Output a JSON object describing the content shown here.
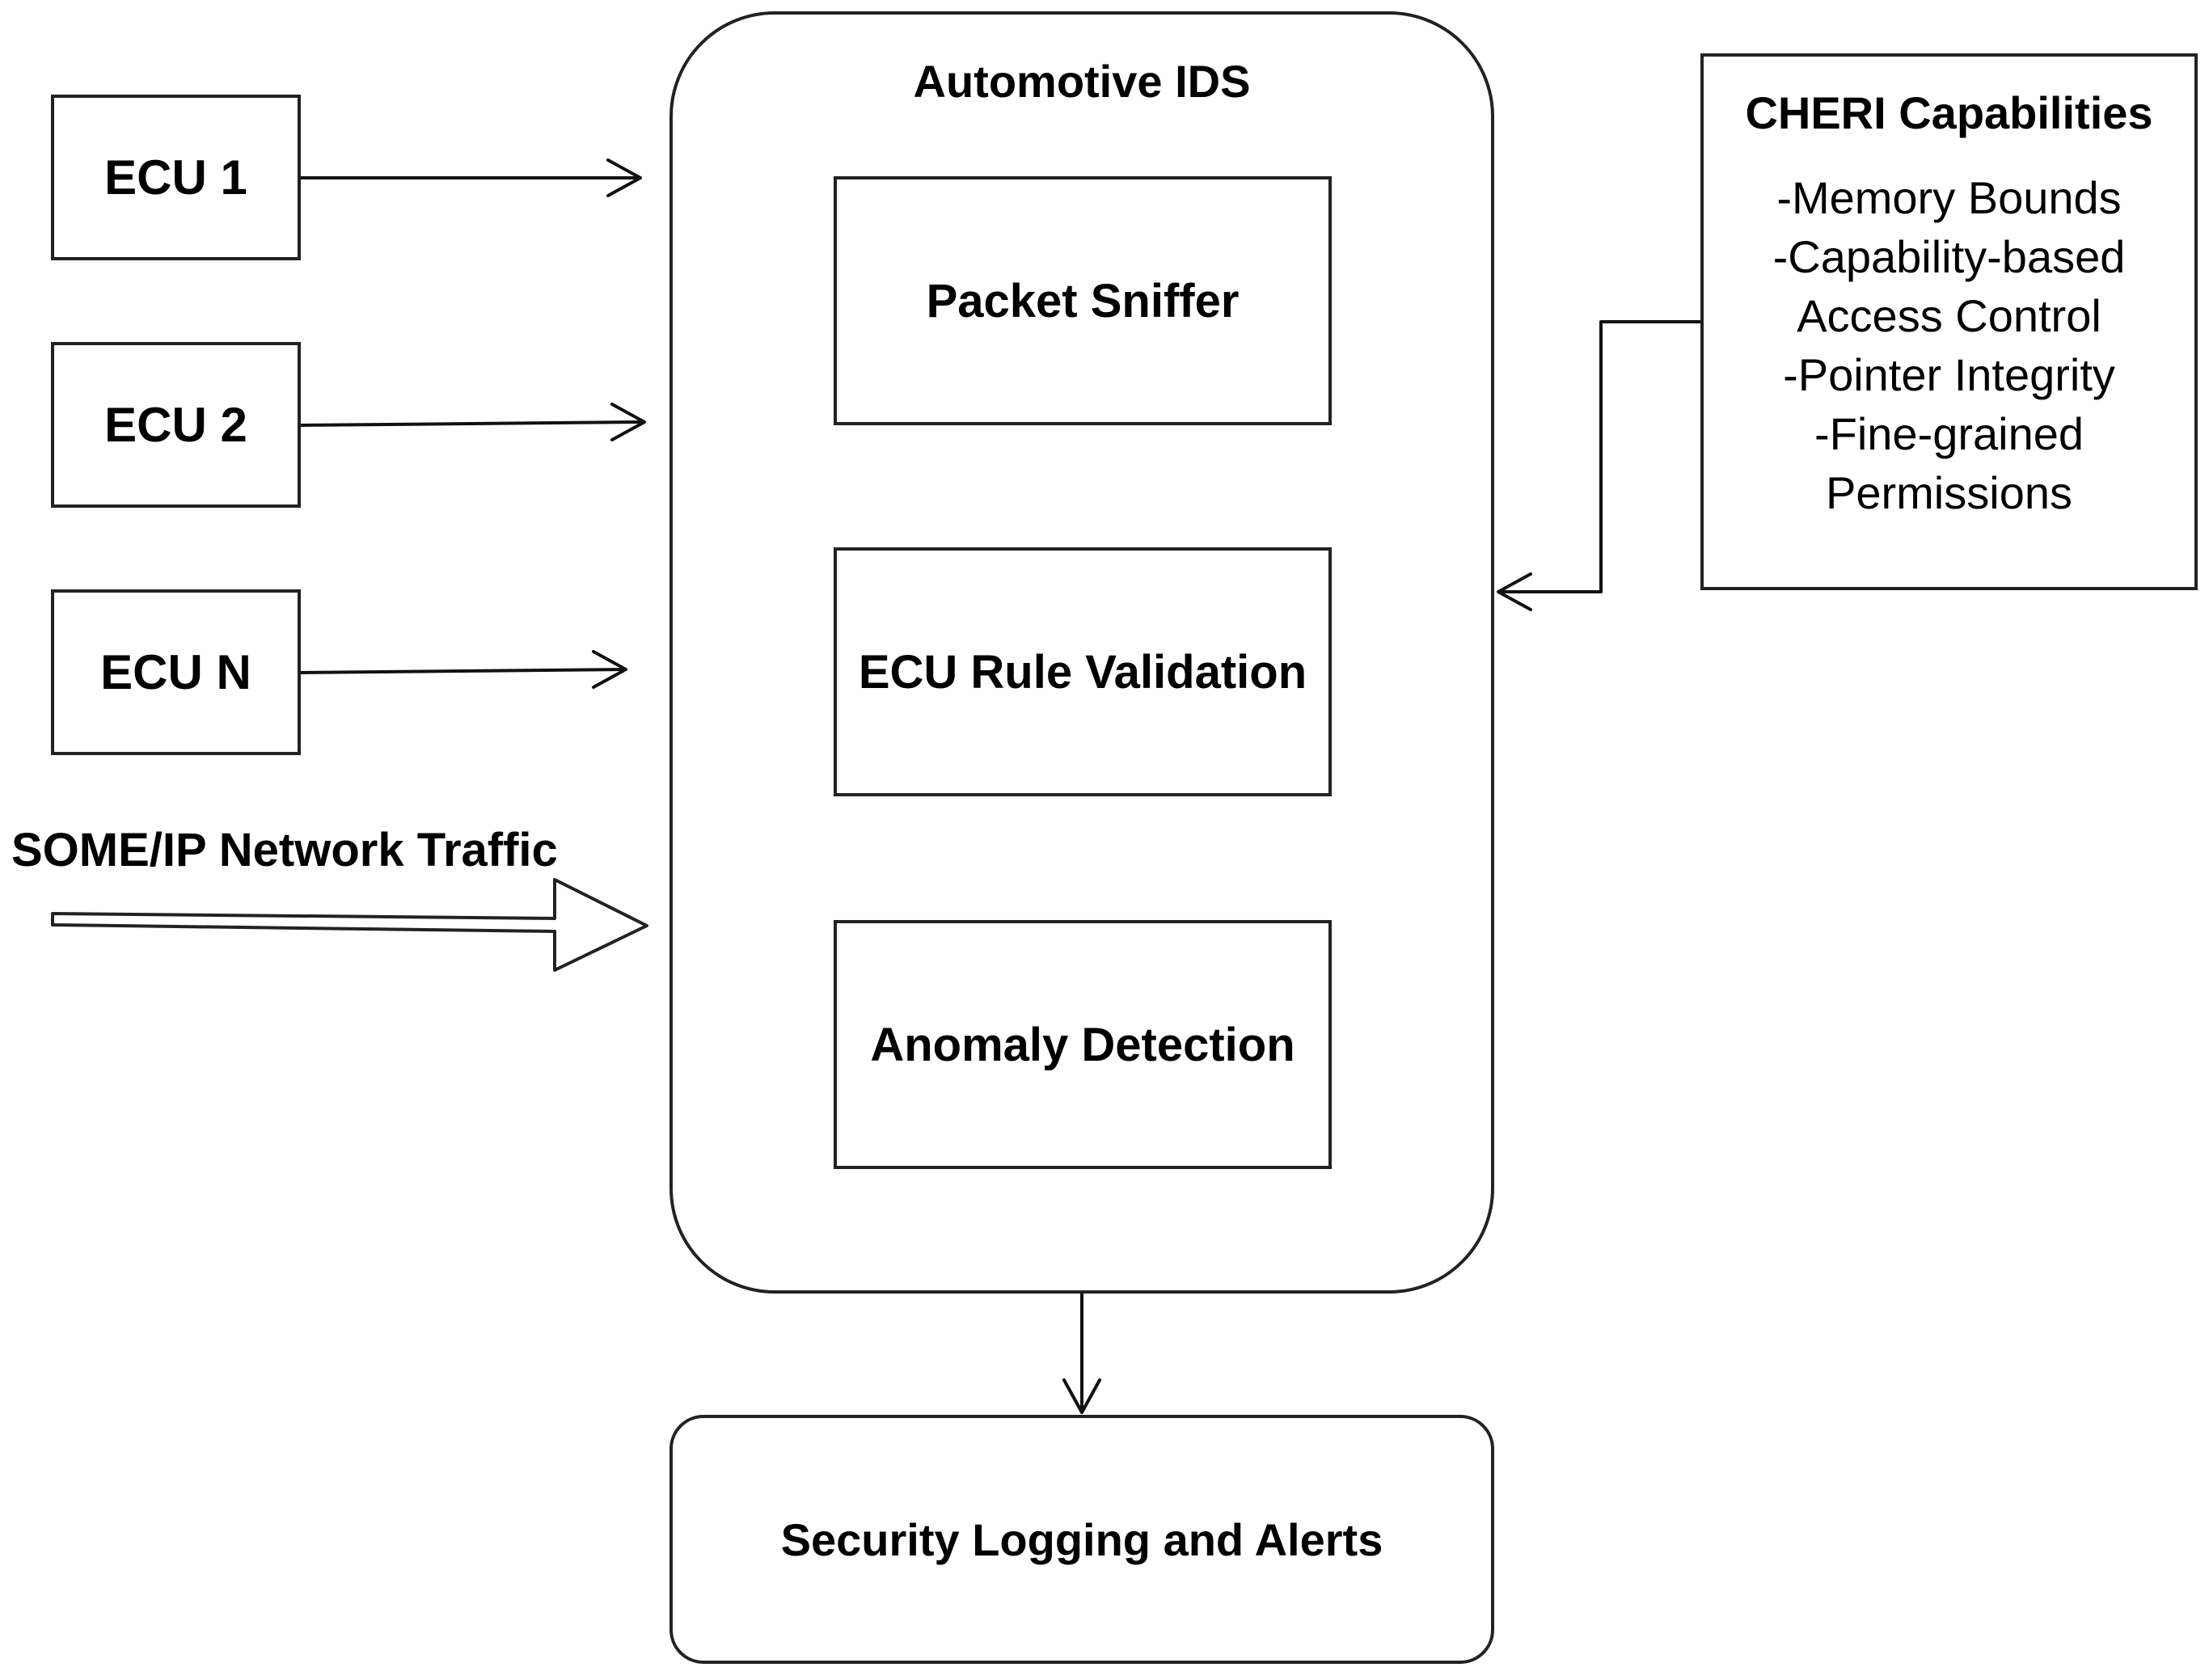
{
  "diagram": {
    "ids_title": "Automotive IDS",
    "ecus": [
      {
        "label": "ECU 1"
      },
      {
        "label": "ECU 2"
      },
      {
        "label": "ECU N"
      }
    ],
    "modules": [
      {
        "label": "Packet Sniffer"
      },
      {
        "label": "ECU Rule Validation"
      },
      {
        "label": "Anomaly Detection"
      }
    ],
    "traffic_label": "SOME/IP Network Traffic",
    "output_label": "Security Logging and Alerts",
    "cheri": {
      "title": "CHERI Capabilities",
      "lines": [
        "-Memory Bounds",
        "-Capability-based",
        "Access Control",
        "-Pointer Integrity",
        "-Fine-grained",
        "Permissions"
      ]
    },
    "colors": {
      "stroke": "#222222",
      "background": "#ffffff",
      "text": "#000000"
    }
  }
}
